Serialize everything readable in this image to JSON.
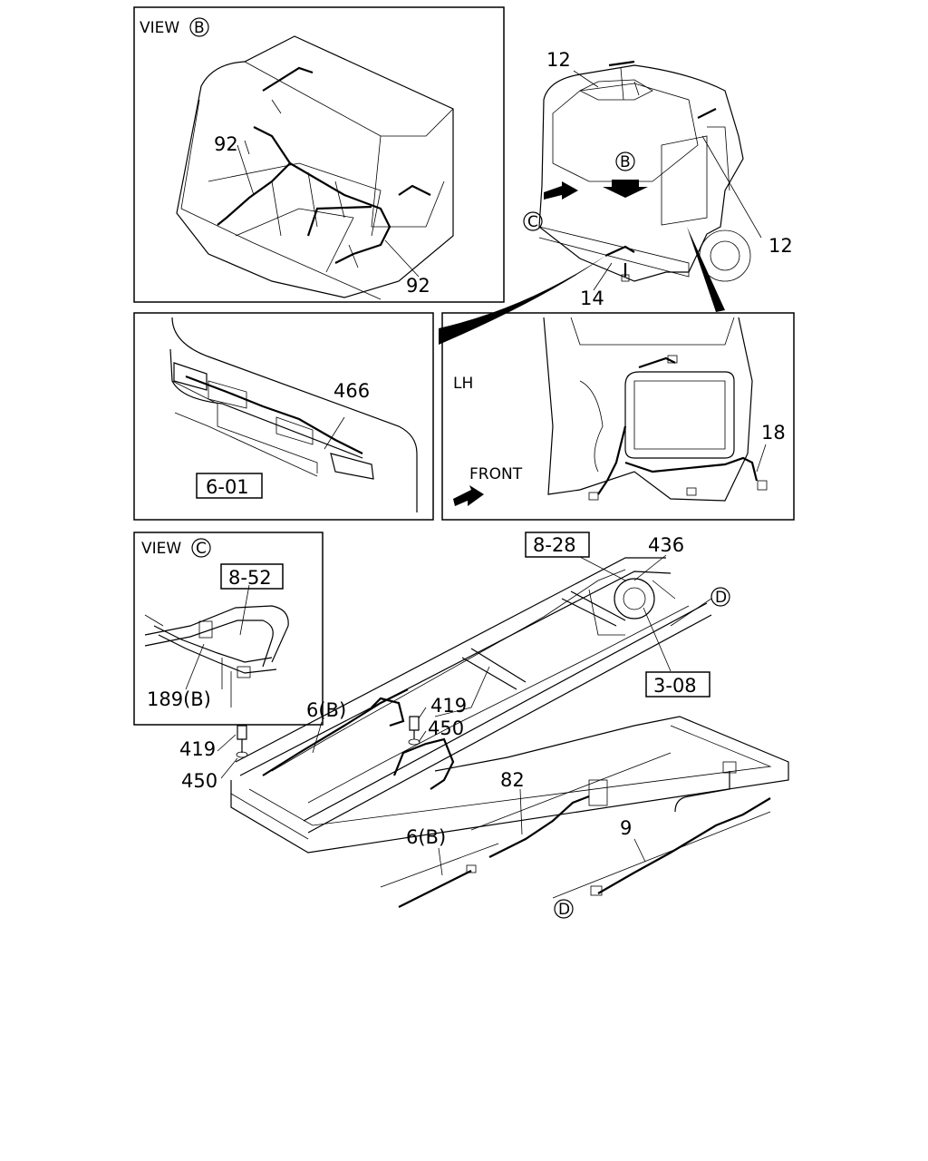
{
  "colors": {
    "line": "#000000",
    "background": "#ffffff"
  },
  "panels": {
    "view_b": {
      "title": "VIEW",
      "marker": "B"
    },
    "view_c": {
      "title": "VIEW",
      "marker": "C"
    },
    "lh": {
      "side": "LH",
      "front": "FRONT"
    }
  },
  "markers": {
    "b": "B",
    "c": "C",
    "d_top": "D",
    "d_bottom": "D"
  },
  "callouts": {
    "p12_top": "12",
    "p12_right": "12",
    "p14": "14",
    "p92_a": "92",
    "p92_b": "92",
    "p466": "466",
    "p18": "18",
    "p436": "436",
    "p419_a": "419",
    "p450_a": "450",
    "p419_b": "419",
    "p450_b": "450",
    "p6b_a": "6(B)",
    "p6b_b": "6(B)",
    "p82": "82",
    "p9": "9",
    "p189b": "189(B)"
  },
  "refs": {
    "r601": "6-01",
    "r852": "8-52",
    "r828": "8-28",
    "r308": "3-08"
  }
}
